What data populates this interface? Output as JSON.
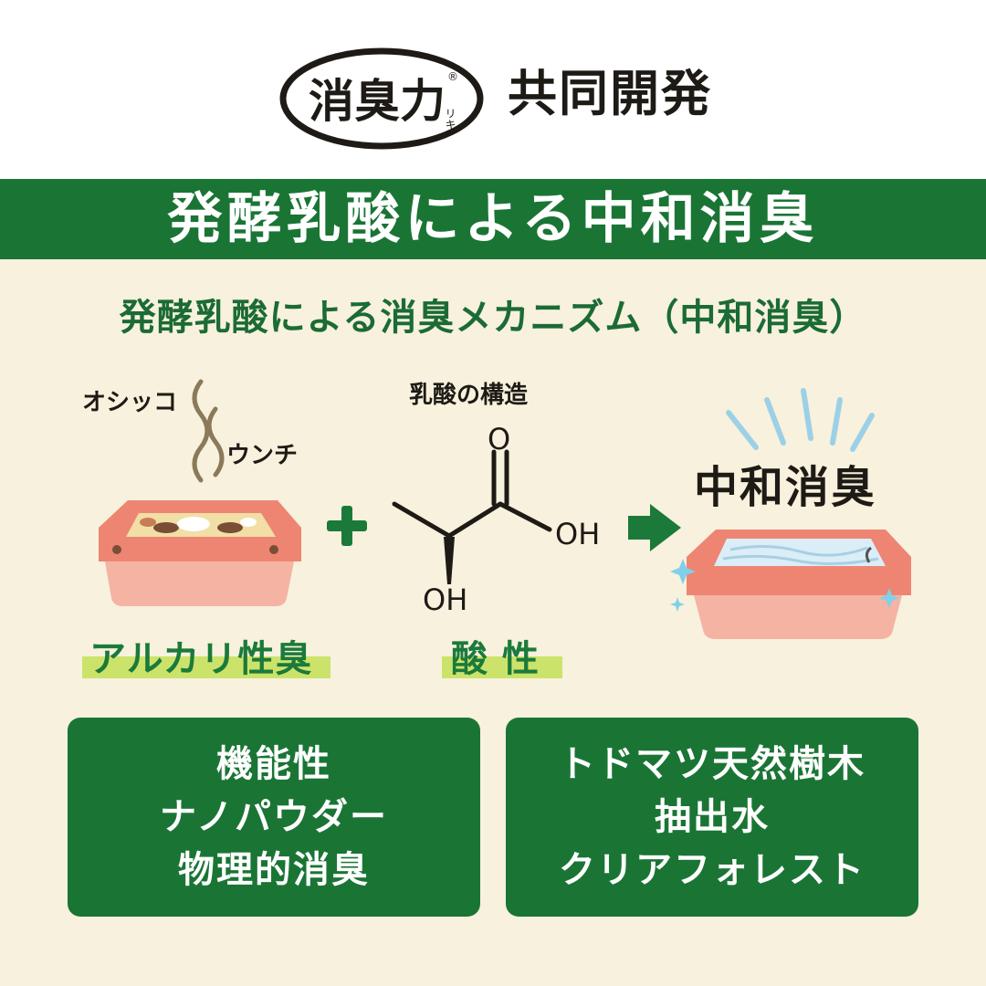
{
  "header": {
    "logo_text": "消臭力",
    "logo_registered": "®",
    "logo_reading": "リキ",
    "joint_dev": "共同開発"
  },
  "band_title": "発酵乳酸による中和消臭",
  "subtitle": "発酵乳酸による消臭メカニズム（中和消臭）",
  "odor": {
    "urine": "オシッコ",
    "stool": "ウンチ",
    "alkaline_label": "アルカリ性臭"
  },
  "chemistry": {
    "title": "乳酸の構造",
    "oxygen": "O",
    "hydroxyl_right": "OH",
    "hydroxyl_bottom": "OH",
    "acid_label": "酸 性"
  },
  "plus_symbol": "+",
  "result_label": "中和消臭",
  "boxes": [
    {
      "lines": [
        "機能性",
        "ナノパウダー",
        "物理的消臭"
      ]
    },
    {
      "lines": [
        "トドマツ天然樹木",
        "抽出水",
        "クリアフォレスト"
      ]
    }
  ],
  "colors": {
    "brand_green": "#1a7535",
    "subtitle_green": "#1b6b34",
    "highlight_yellow": "#cbe36a",
    "background_cream": "#f7f1dd",
    "tray_salmon": "#ee8573"
  }
}
